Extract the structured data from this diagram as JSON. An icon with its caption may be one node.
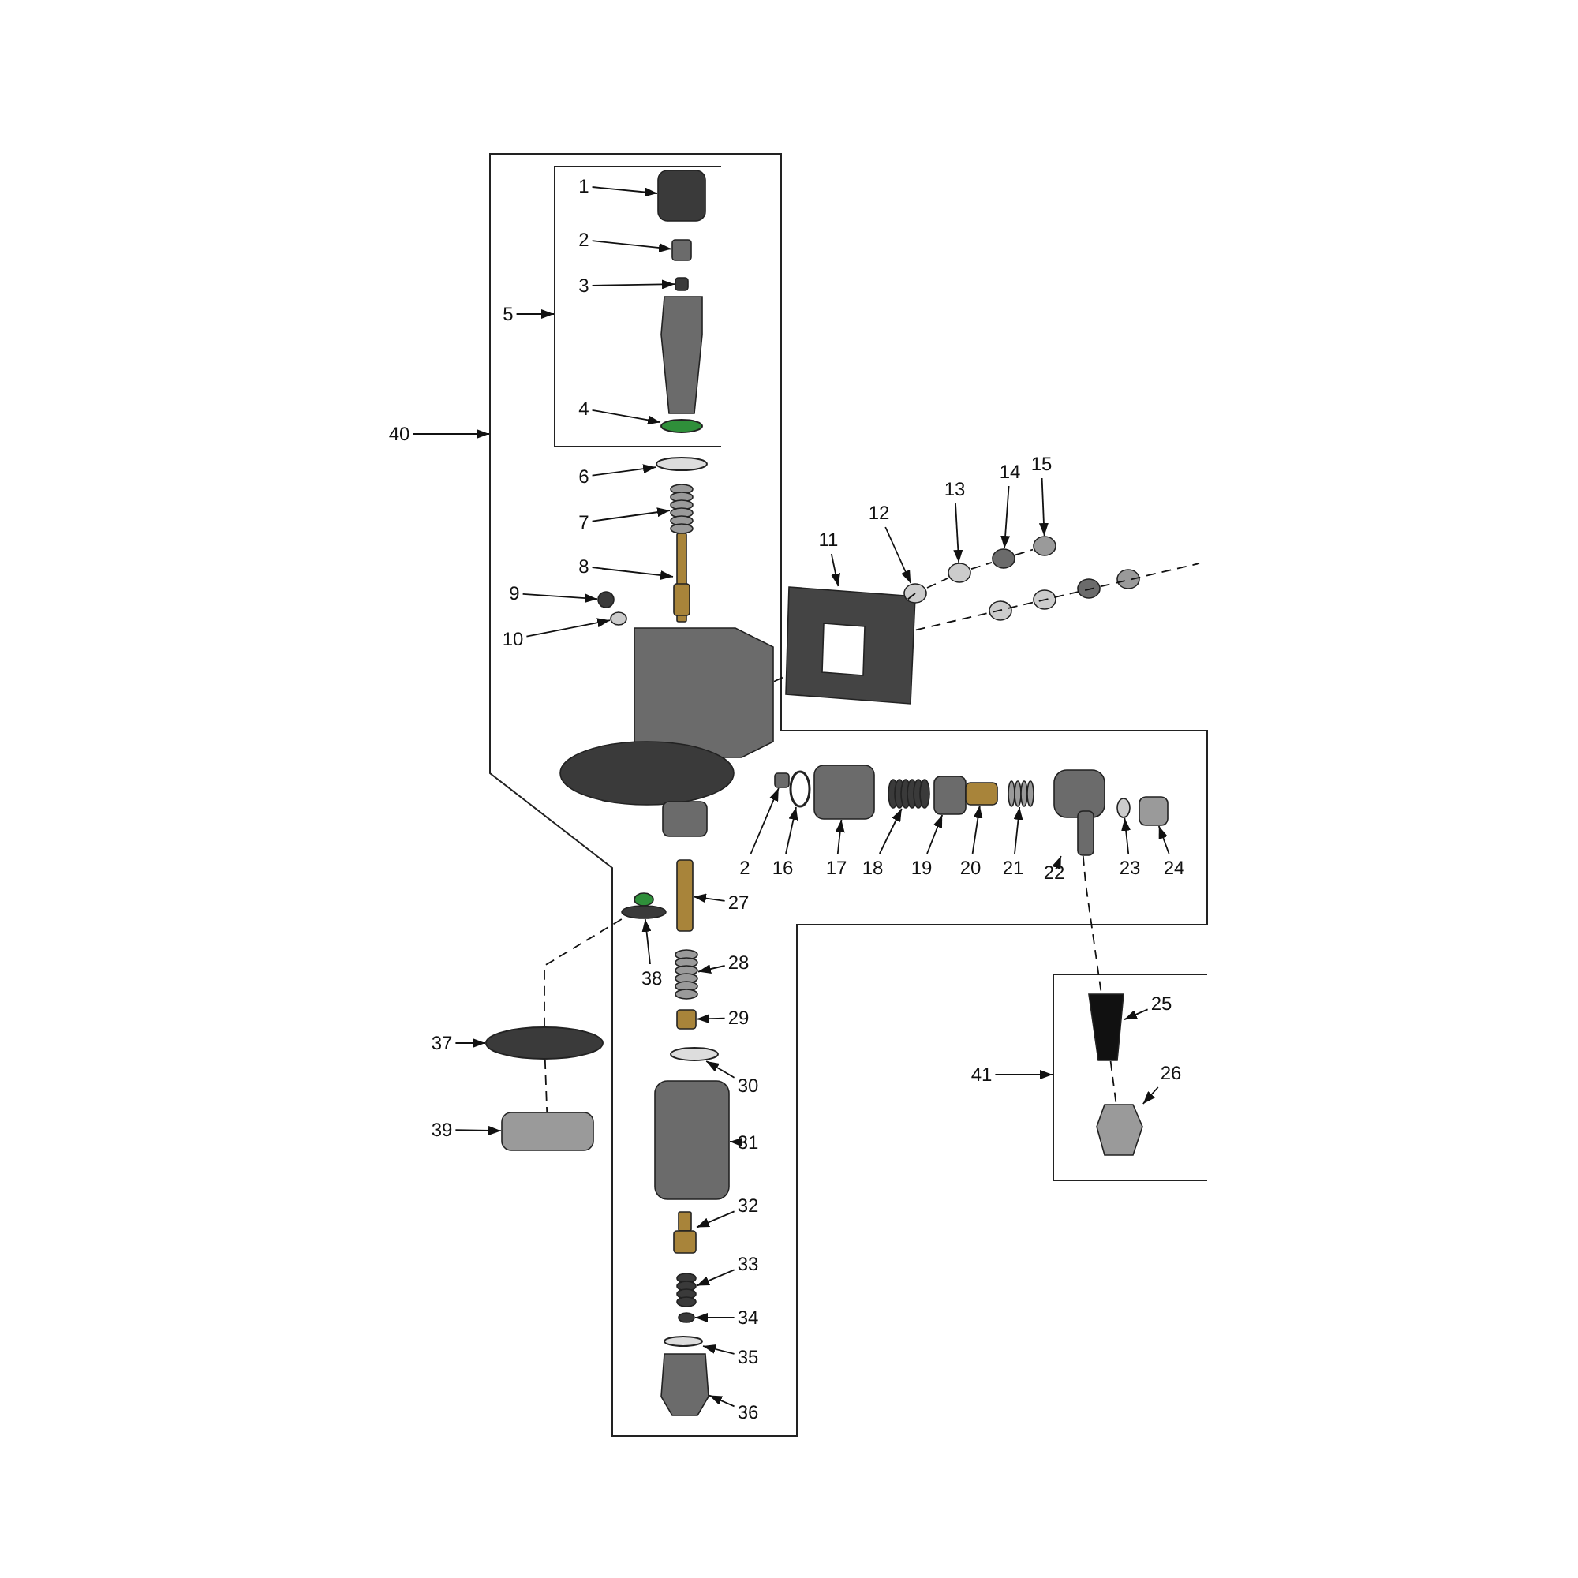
{
  "diagram": {
    "nodes": [
      {
        "text": [],
        "shape": "box"
      },
      {
        "text": [],
        "shape": "box",
        "in": 0
      },
      {
        "text": [
          "1"
        ],
        "in": 1
      },
      {
        "text": [
          "2"
        ],
        "in": 1
      },
      {
        "text": [
          "3"
        ],
        "in": 1
      },
      {
        "text": [
          "4"
        ],
        "in": 1
      },
      {
        "text": [
          "5"
        ],
        "in": 0
      },
      {
        "text": [
          "40"
        ]
      },
      {
        "text": [
          "6"
        ],
        "in": 0
      },
      {
        "text": [
          "7"
        ],
        "in": 0
      },
      {
        "text": [
          "8"
        ],
        "in": 0
      },
      {
        "text": [
          "9"
        ],
        "in": 0
      },
      {
        "text": [
          "10"
        ],
        "in": 0
      },
      {
        "text": [
          "11"
        ]
      },
      {
        "text": [
          "12"
        ]
      },
      {
        "text": [
          "13"
        ]
      },
      {
        "text": [
          "14"
        ]
      },
      {
        "text": [
          "15"
        ]
      },
      {
        "text": [
          "2"
        ],
        "in": 0
      },
      {
        "text": [
          "16"
        ],
        "in": 0
      },
      {
        "text": [
          "17"
        ],
        "in": 0
      },
      {
        "text": [
          "18"
        ],
        "in": 0
      },
      {
        "text": [
          "19"
        ],
        "in": 0
      },
      {
        "text": [
          "20"
        ],
        "in": 0
      },
      {
        "text": [
          "21"
        ],
        "in": 0
      },
      {
        "text": [
          "22"
        ],
        "in": 0
      },
      {
        "text": [
          "23"
        ],
        "in": 0
      },
      {
        "text": [
          "24"
        ],
        "in": 0
      },
      {
        "text": [
          "27"
        ],
        "in": 0
      },
      {
        "text": [
          "38"
        ],
        "in": 0
      },
      {
        "text": [
          "28"
        ],
        "in": 0
      },
      {
        "text": [
          "29"
        ],
        "in": 0
      },
      {
        "text": [],
        "shape": "box"
      },
      {
        "text": [
          "25"
        ],
        "in": 32
      },
      {
        "text": [
          "37"
        ]
      },
      {
        "text": [
          "30"
        ],
        "in": 0
      },
      {
        "text": [
          "41"
        ]
      },
      {
        "text": [
          "26"
        ],
        "in": 32
      },
      {
        "text": [
          "39"
        ]
      },
      {
        "text": [
          "31"
        ],
        "in": 0
      },
      {
        "text": [
          "32"
        ],
        "in": 0
      },
      {
        "text": [
          "33"
        ],
        "in": 0
      },
      {
        "text": [
          "34"
        ],
        "in": 0
      },
      {
        "text": [
          "35"
        ],
        "in": 0
      },
      {
        "text": [
          "36"
        ],
        "in": 0
      },
      {
        "text": [],
        "shape": "box",
        "in": 1
      },
      {
        "text": [],
        "shape": "box",
        "in": 1
      },
      {
        "text": [],
        "shape": "box",
        "in": 1
      },
      {
        "text": [],
        "shape": "circle",
        "in": 1
      },
      {
        "text": [],
        "shape": "circle",
        "in": 0
      },
      {
        "text": [],
        "shape": "picture",
        "in": 0
      },
      {
        "text": [],
        "shape": "box",
        "in": 0
      },
      {
        "text": [],
        "shape": "circle",
        "in": 0
      },
      {
        "text": [],
        "shape": "circle",
        "in": 0
      },
      {
        "text": [],
        "shape": "box"
      },
      {
        "text": [],
        "shape": "circle"
      },
      {
        "text": [],
        "shape": "circle"
      },
      {
        "text": [],
        "shape": "circle"
      },
      {
        "text": [],
        "shape": "circle"
      },
      {
        "text": [],
        "shape": "box",
        "in": 0
      },
      {
        "text": [],
        "shape": "circle",
        "in": 0
      },
      {
        "text": [],
        "shape": "box",
        "in": 0
      },
      {
        "text": [],
        "shape": "picture",
        "in": 0
      },
      {
        "text": [],
        "shape": "box",
        "in": 0
      },
      {
        "text": [],
        "shape": "box",
        "in": 0
      },
      {
        "text": [],
        "shape": "picture",
        "in": 0
      },
      {
        "text": [],
        "shape": "box",
        "in": 0
      },
      {
        "text": [],
        "shape": "circle",
        "in": 0
      },
      {
        "text": [],
        "shape": "box",
        "in": 0
      },
      {
        "text": [],
        "shape": "box",
        "in": 0
      },
      {
        "text": [],
        "shape": "circle",
        "in": 0
      },
      {
        "text": [],
        "shape": "picture",
        "in": 0
      },
      {
        "text": [],
        "shape": "box",
        "in": 0
      },
      {
        "text": [],
        "shape": "box",
        "in": 32
      },
      {
        "text": [],
        "shape": "circle"
      },
      {
        "text": [],
        "shape": "circle",
        "in": 0
      },
      {
        "text": [],
        "shape": "box",
        "in": 32
      },
      {
        "text": [],
        "shape": "box"
      },
      {
        "text": [],
        "shape": "box",
        "in": 0
      },
      {
        "text": [],
        "shape": "box",
        "in": 0
      },
      {
        "text": [],
        "shape": "picture",
        "in": 0
      },
      {
        "text": [],
        "shape": "circle",
        "in": 0
      },
      {
        "text": [],
        "shape": "circle",
        "in": 0
      },
      {
        "text": [],
        "shape": "box",
        "in": 0
      },
      {
        "text": [],
        "shape": "picture",
        "in": 0
      }
    ],
    "edges": [
      {
        "from": 2,
        "to": 45,
        "arrow": "to"
      },
      {
        "from": 3,
        "to": 46,
        "arrow": "to"
      },
      {
        "from": 4,
        "to": 47,
        "arrow": "to"
      },
      {
        "from": 5,
        "to": 48,
        "arrow": "to"
      },
      {
        "from": 6,
        "to": 1,
        "arrow": "to"
      },
      {
        "from": 7,
        "to": 0,
        "arrow": "to"
      },
      {
        "from": 8,
        "to": 49,
        "arrow": "to"
      },
      {
        "from": 9,
        "to": 50,
        "arrow": "to"
      },
      {
        "from": 10,
        "to": 51,
        "arrow": "to"
      },
      {
        "from": 11,
        "to": 52,
        "arrow": "to"
      },
      {
        "from": 12,
        "to": 53,
        "arrow": "to"
      },
      {
        "from": 13,
        "to": 54,
        "arrow": "to"
      },
      {
        "from": 14,
        "to": 55,
        "arrow": "to"
      },
      {
        "from": 15,
        "to": 56,
        "arrow": "to"
      },
      {
        "from": 16,
        "to": 57,
        "arrow": "to"
      },
      {
        "from": 17,
        "to": 58,
        "arrow": "to"
      },
      {
        "from": 18,
        "to": 59,
        "arrow": "to"
      },
      {
        "from": 19,
        "to": 60,
        "arrow": "to"
      },
      {
        "from": 20,
        "to": 61,
        "arrow": "to"
      },
      {
        "from": 21,
        "to": 62,
        "arrow": "to"
      },
      {
        "from": 22,
        "to": 63,
        "arrow": "to"
      },
      {
        "from": 23,
        "to": 64,
        "arrow": "to"
      },
      {
        "from": 24,
        "to": 65,
        "arrow": "to"
      },
      {
        "from": 25,
        "to": 66,
        "arrow": "to"
      },
      {
        "from": 26,
        "to": 67,
        "arrow": "to"
      },
      {
        "from": 27,
        "to": 68,
        "arrow": "to"
      },
      {
        "from": 28,
        "to": 69,
        "arrow": "to"
      },
      {
        "from": 29,
        "to": 70,
        "arrow": "to"
      },
      {
        "from": 30,
        "to": 71,
        "arrow": "to"
      },
      {
        "from": 31,
        "to": 72,
        "arrow": "to"
      },
      {
        "from": 33,
        "to": 73,
        "arrow": "to"
      },
      {
        "from": 34,
        "to": 74,
        "arrow": "to"
      },
      {
        "from": 35,
        "to": 75,
        "arrow": "to"
      },
      {
        "from": 36,
        "to": 32,
        "arrow": "to"
      },
      {
        "from": 37,
        "to": 76,
        "arrow": "to"
      },
      {
        "from": 38,
        "to": 77,
        "arrow": "to"
      },
      {
        "from": 39,
        "to": 78,
        "arrow": "to"
      },
      {
        "from": 40,
        "to": 79,
        "arrow": "to"
      },
      {
        "from": 41,
        "to": 80,
        "arrow": "to"
      },
      {
        "from": 42,
        "to": 81,
        "arrow": "to"
      },
      {
        "from": 43,
        "to": 82,
        "arrow": "to"
      },
      {
        "from": 44,
        "to": 83,
        "arrow": "to"
      },
      {
        "from": 84,
        "to": 54,
        "arrow": "none",
        "style": "dashed"
      },
      {
        "from": 54,
        "to": 55,
        "arrow": "none",
        "style": "dashed"
      },
      {
        "from": 55,
        "to": 56,
        "arrow": "none",
        "style": "dashed"
      },
      {
        "from": 56,
        "to": 57,
        "arrow": "none",
        "style": "dashed"
      },
      {
        "from": 57,
        "to": 58,
        "arrow": "none",
        "style": "dashed"
      },
      {
        "from": 54,
        "to": null,
        "arrow": "none",
        "style": "dashed"
      },
      {
        "from": 70,
        "to": 74,
        "arrow": "none",
        "style": "dashed"
      },
      {
        "from": 74,
        "to": 77,
        "arrow": "none",
        "style": "dashed"
      },
      {
        "from": 66,
        "to": 73,
        "arrow": "none",
        "style": "dashed"
      },
      {
        "from": 73,
        "to": 76,
        "arrow": "none",
        "style": "dashed"
      }
    ]
  }
}
